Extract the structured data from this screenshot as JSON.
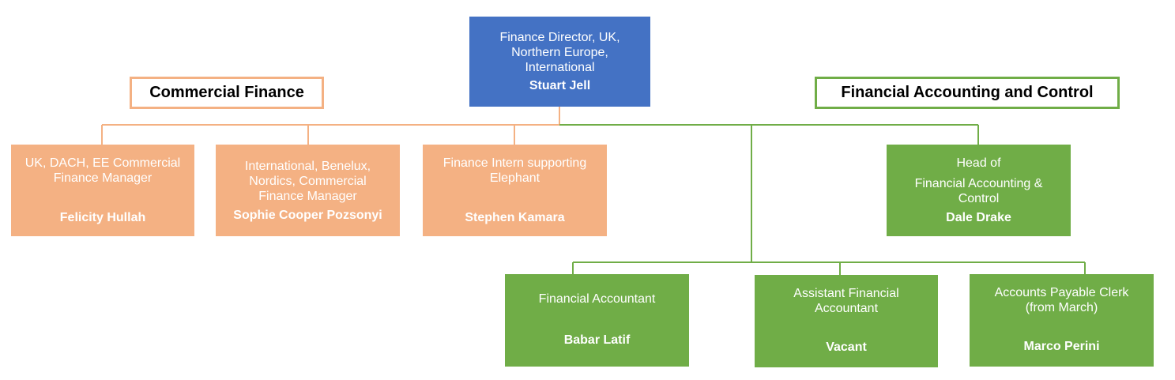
{
  "sections": {
    "commercial": "Commercial Finance",
    "financial": "Financial Accounting and Control"
  },
  "director": {
    "role": "Finance Director, UK, Northern Europe, International",
    "name": "Stuart  Jell"
  },
  "commercial_team": [
    {
      "role": "UK, DACH, EE Commercial Finance Manager",
      "name": "Felicity Hullah"
    },
    {
      "role": "International, Benelux, Nordics, Commercial Finance Manager",
      "name": "Sophie Cooper Pozsonyi"
    },
    {
      "role": "Finance Intern supporting Elephant",
      "name": "Stephen Kamara"
    }
  ],
  "head_fac": {
    "role_line1": "Head of",
    "role_line2": "Financial Accounting & Control",
    "name": "Dale Drake"
  },
  "fac_team": [
    {
      "role": "Financial Accountant",
      "name": "Babar Latif"
    },
    {
      "role": "Assistant Financial Accountant",
      "name": "Vacant"
    },
    {
      "role": "Accounts Payable Clerk (from March)",
      "name": "Marco Perini"
    }
  ],
  "colors": {
    "director": "#4472c4",
    "commercial": "#f4b183",
    "financial": "#70ad47"
  }
}
